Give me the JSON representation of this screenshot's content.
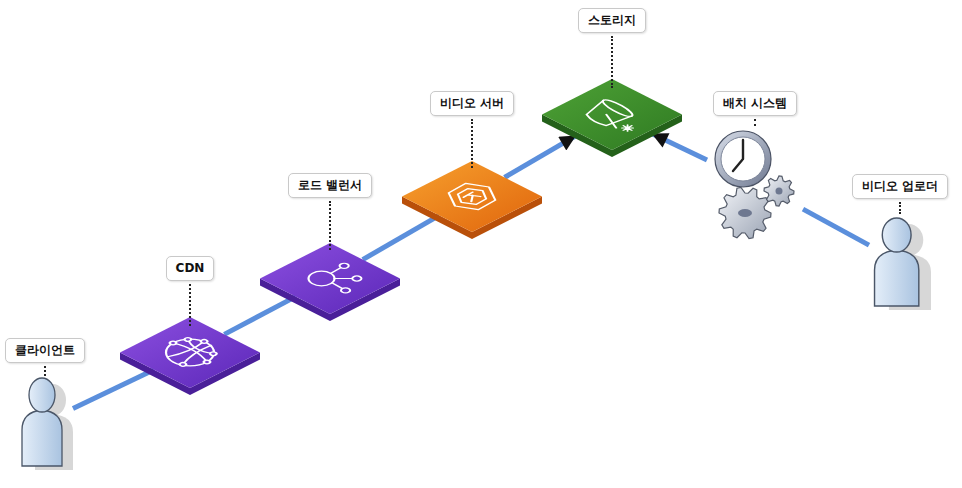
{
  "diagram": {
    "nodes": [
      {
        "text": [
          "클라이언트"
        ]
      },
      {
        "text": [
          "CDN"
        ]
      },
      {
        "text": [
          "로드 밸런서"
        ]
      },
      {
        "text": [
          "비디오 서버"
        ]
      },
      {
        "text": [
          "스토리지"
        ]
      },
      {
        "text": [
          "배치 시스템"
        ]
      },
      {
        "text": [
          "비디오 업로더"
        ]
      }
    ],
    "edges": [
      {
        "from": 0,
        "to": 1,
        "arrow": "none"
      },
      {
        "from": 1,
        "to": 2,
        "arrow": "none"
      },
      {
        "from": 2,
        "to": 3,
        "arrow": "none"
      },
      {
        "from": 3,
        "to": 4,
        "arrow": "to"
      },
      {
        "from": 5,
        "to": 4,
        "arrow": "to"
      },
      {
        "from": 6,
        "to": 5,
        "arrow": "none"
      }
    ]
  }
}
